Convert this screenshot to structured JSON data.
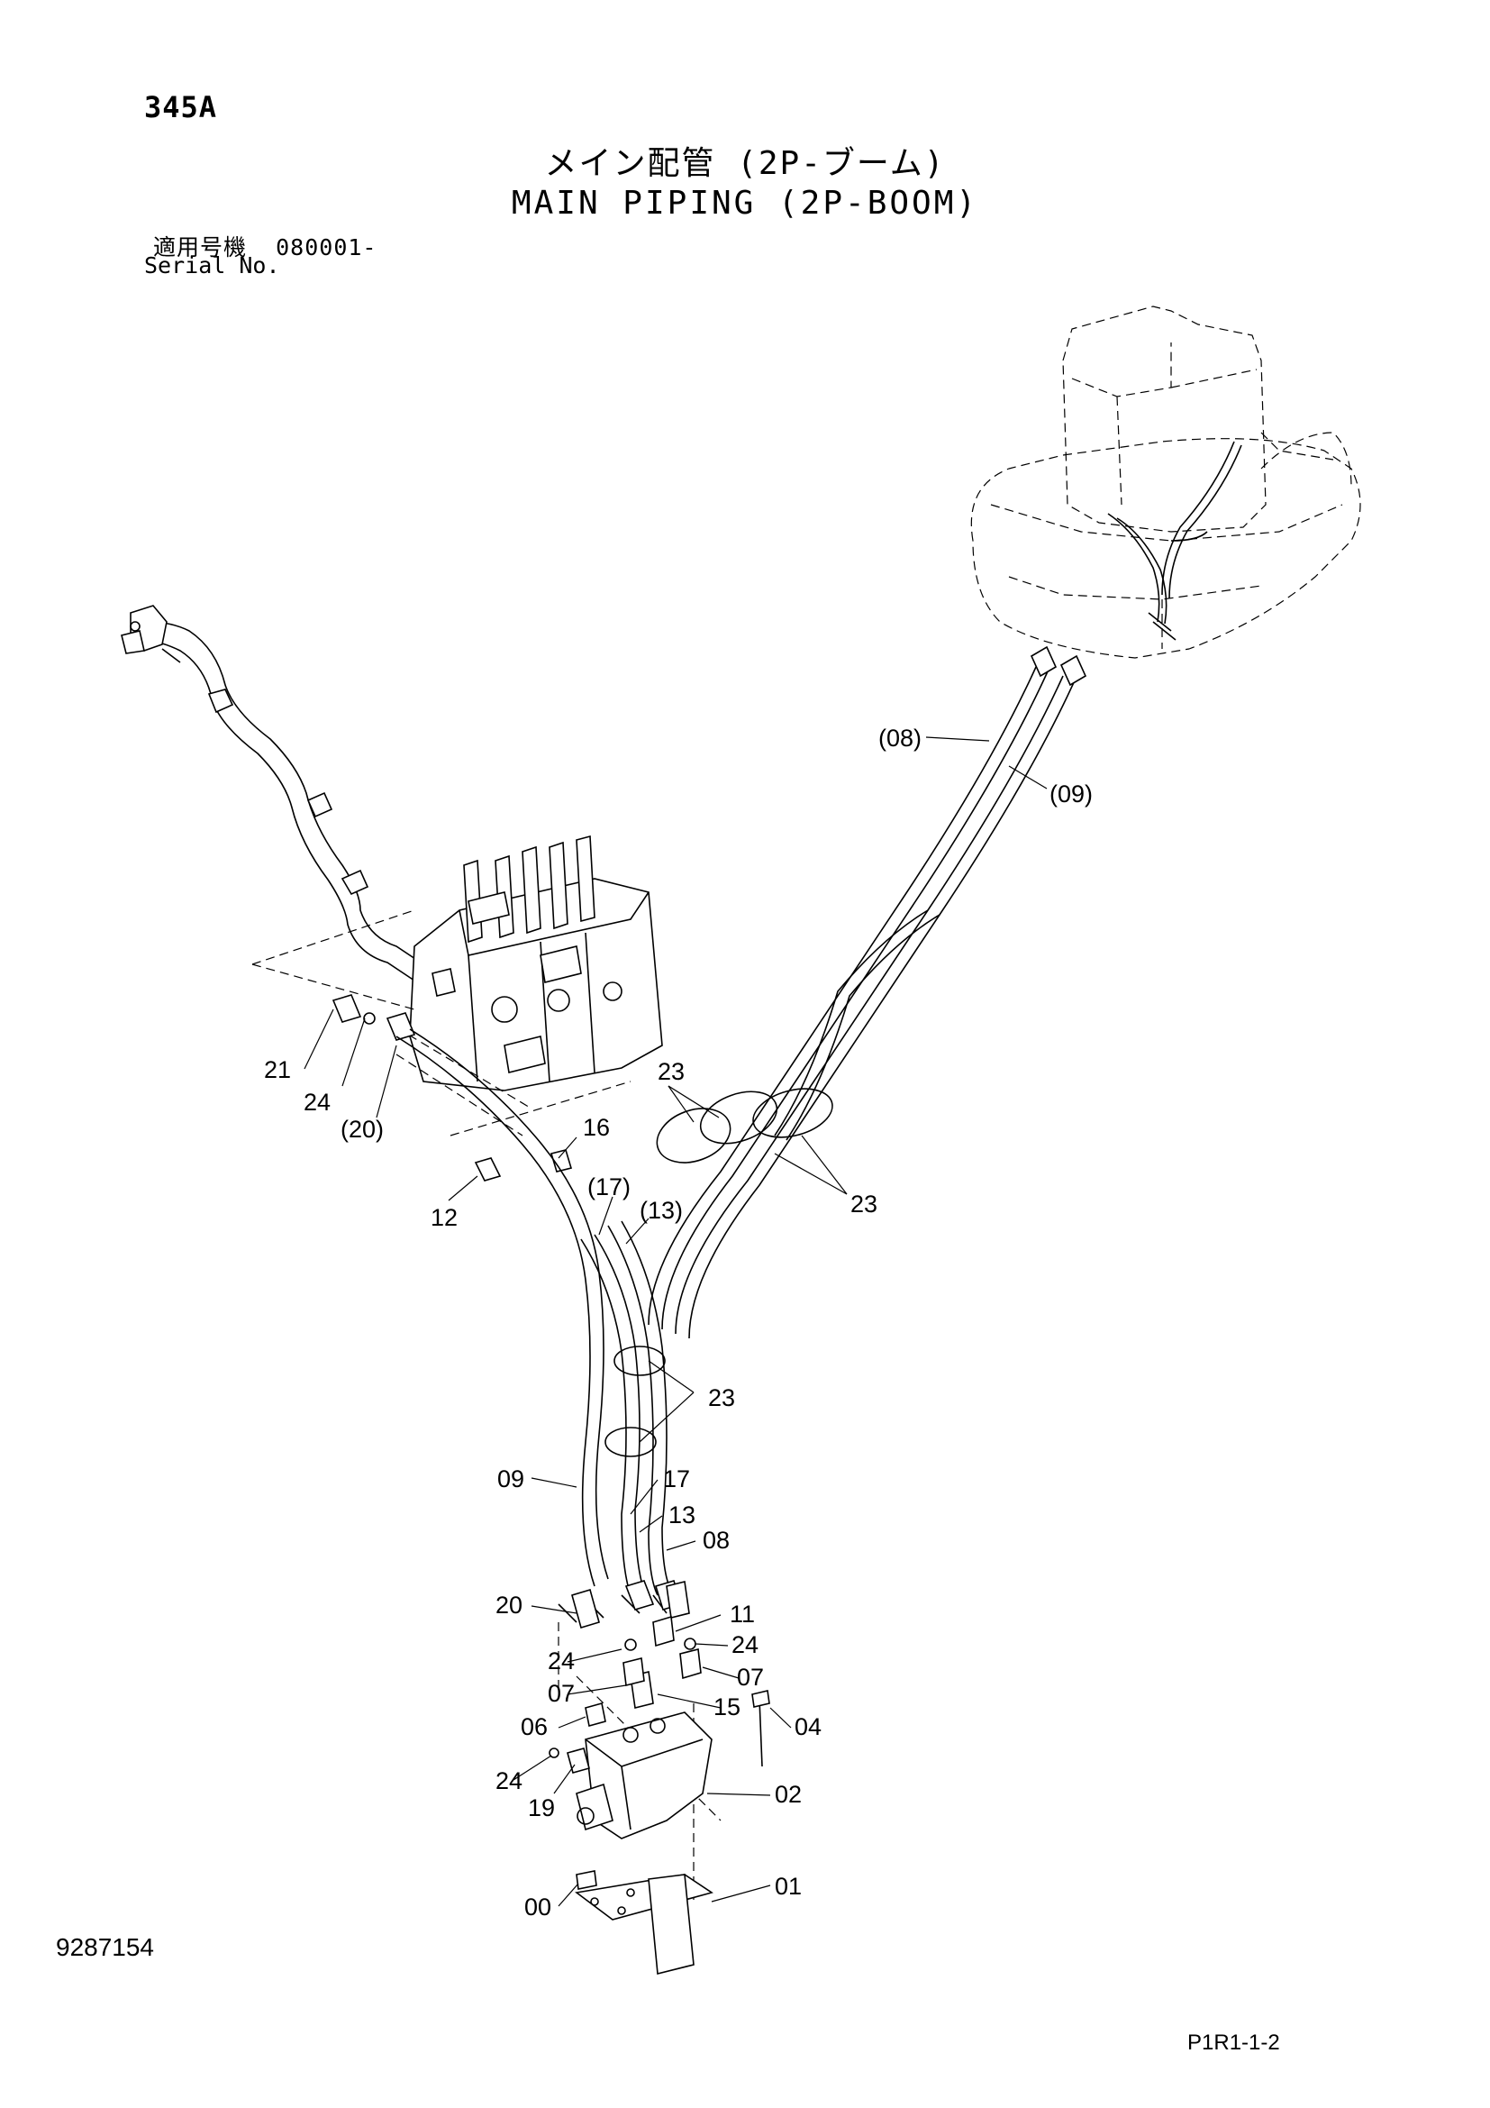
{
  "header": {
    "model": "345A",
    "title_jp": "メイン配管 (2P-ブーム)",
    "title_en": "MAIN PIPING (2P-BOOM)",
    "serial_label_jp": "適用号機",
    "serial_number": "080001-",
    "serial_label_en": "Serial No."
  },
  "footer": {
    "document_number": "9287154",
    "page_reference": "P1R1-1-2"
  },
  "part_labels": {
    "l08p": "(08)",
    "l09p": "(09)",
    "l23a": "23",
    "l23b": "23",
    "l23c": "23",
    "l21": "21",
    "l24a": "24",
    "l20p": "(20)",
    "l16": "16",
    "l12": "12",
    "l17p": "(17)",
    "l13p": "(13)",
    "l09": "09",
    "l17": "17",
    "l13": "13",
    "l08": "08",
    "l20": "20",
    "l11": "11",
    "l24b": "24",
    "l24c": "24",
    "l07a": "07",
    "l07b": "07",
    "l15": "15",
    "l06": "06",
    "l04": "04",
    "l24d": "24",
    "l02": "02",
    "l19": "19",
    "l00": "00",
    "l01": "01"
  }
}
